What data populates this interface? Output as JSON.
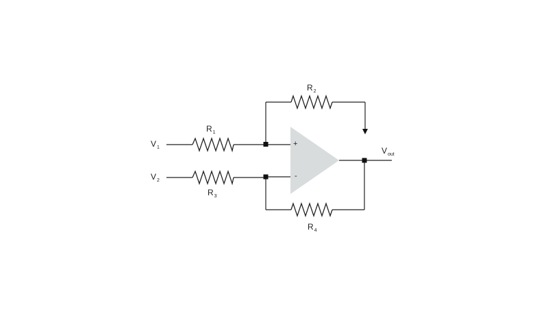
{
  "labels": {
    "v1": {
      "main": "V",
      "sub": "1"
    },
    "v2": {
      "main": "V",
      "sub": "2"
    },
    "vout": {
      "main": "V",
      "sub": "out"
    },
    "r1": {
      "main": "R",
      "sub": "1"
    },
    "r2": {
      "main": "R",
      "sub": "2"
    },
    "r3": {
      "main": "R",
      "sub": "3"
    },
    "r4": {
      "main": "R",
      "sub": "4"
    }
  },
  "opamp": {
    "plus": "+",
    "minus": "-"
  },
  "colors": {
    "wire": "#222222",
    "opamp_fill": "#d9dcdd",
    "node": "#111111"
  }
}
